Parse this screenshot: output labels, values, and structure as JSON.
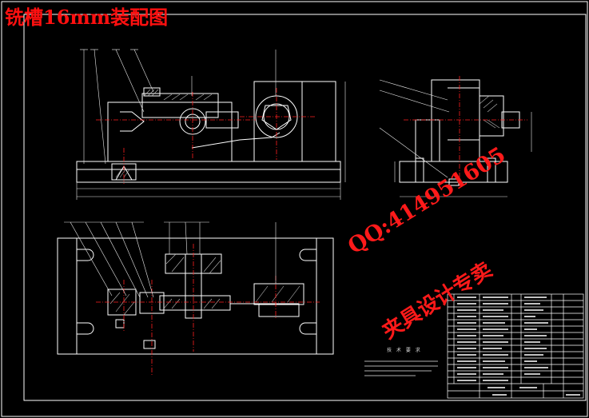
{
  "title": "铣槽16mm装配图",
  "watermark": {
    "line1": "QQ:414951605",
    "line2": "夹具设计专卖"
  },
  "tech_requirements_heading": "技 术 要 求",
  "colors": {
    "background": "#000000",
    "outline": "#ffffff",
    "centerline": "#ff2020",
    "dimension": "#e8e8e8",
    "hatch": "#c8c8c8",
    "watermark": "#ff1a1a"
  }
}
